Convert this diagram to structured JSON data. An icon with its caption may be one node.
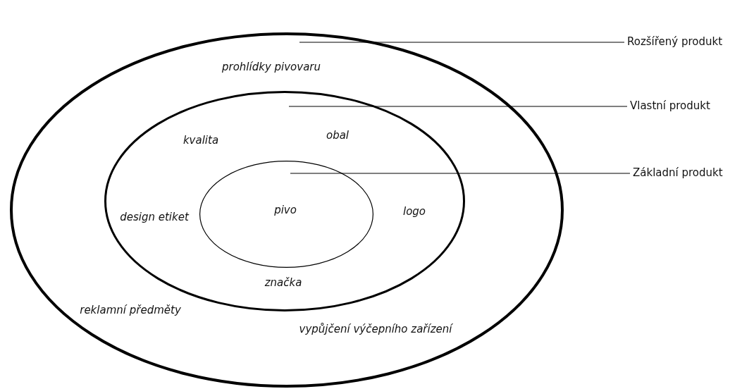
{
  "diagram": {
    "nodes": [
      {
        "text": [
          "prohlídky pivovaru",
          "reklamní předměty",
          "vypůjčení výčepního zařízení"
        ]
      },
      {
        "text": [
          "kvalita",
          "obal",
          "design etiket",
          "logo",
          "značka"
        ],
        "in": 0
      },
      {
        "text": [
          "pivo"
        ],
        "in": 1
      },
      {
        "text": [
          "Rozšířený produkt"
        ]
      },
      {
        "text": [
          "Vlastní produkt"
        ]
      },
      {
        "text": [
          "Základní produkt"
        ]
      }
    ],
    "edges": [
      {
        "from": 3,
        "to": 0,
        "arrow": "none"
      },
      {
        "from": 4,
        "to": 1,
        "arrow": "none"
      },
      {
        "from": 5,
        "to": 2,
        "arrow": "none"
      }
    ]
  }
}
